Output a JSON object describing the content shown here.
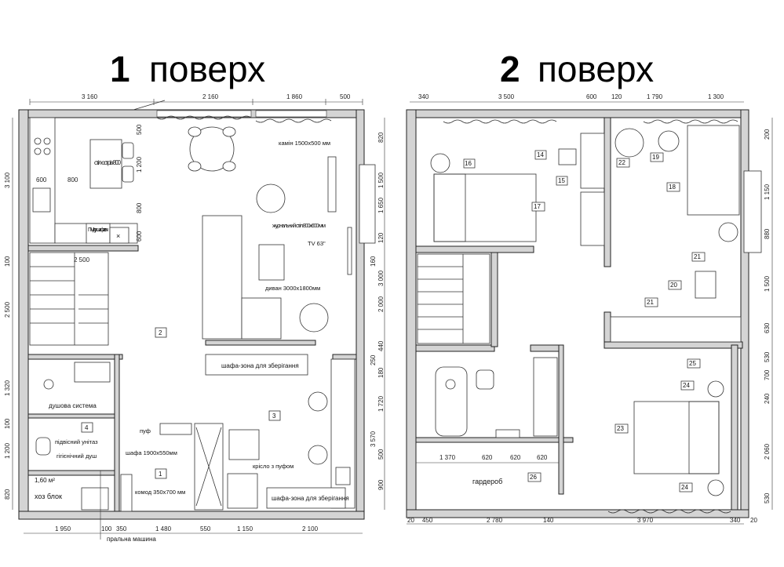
{
  "floors": [
    {
      "title_num": "1",
      "title_text": "поверх",
      "dims_top": [
        "3 160",
        "2 160",
        "1 860",
        "500"
      ],
      "dims_bottom": [
        "1 950",
        "100",
        "350",
        "1 480",
        "550",
        "1 150",
        "2 100"
      ],
      "dims_left": [
        "3 100",
        "100",
        "2 500",
        "1 320",
        "100",
        "1 200",
        "820"
      ],
      "dims_inner": [
        "500",
        "1 200",
        "800",
        "600",
        "600",
        "800",
        "2 500"
      ],
      "dims_right": [
        "820",
        "1 500",
        "1 650",
        "120",
        "160",
        "3 000",
        "2 000",
        "440",
        "250",
        "180",
        "1 720",
        "3 570",
        "500",
        "900"
      ],
      "labels": {
        "island": "стіл-острів 800",
        "oven": "ПМ духшафа свч",
        "fireplace": "камін 1500х500 мм",
        "coffee_table": "журнальний стіл 800х600 мм",
        "tv": "TV 63\"",
        "sofa": "диван 3000х1800мм",
        "wardrobe_storage_top": "шафа-зона для зберігання",
        "wardrobe_storage_bottom": "шафа-зона для зберігання",
        "shower": "душова система",
        "toilet": "підвісний унітаз",
        "hygiene_shower": "гігієнічний душ",
        "area": "1,60 м²",
        "utility": "хоз блок",
        "pouf": "пуф",
        "wardrobe": "шафа 1900х550мм",
        "dresser": "комод 350х700 мм",
        "armchair": "крісло з пуфом",
        "washing_machine": "пральна машина"
      },
      "room_numbers": [
        "2",
        "3",
        "4",
        "1"
      ]
    },
    {
      "title_num": "2",
      "title_text": "поверх",
      "dims_top": [
        "340",
        "3 500",
        "600",
        "120",
        "1 790",
        "1 300"
      ],
      "dims_bottom": [
        "20",
        "450",
        "2 780",
        "140",
        "3 970",
        "340"
      ],
      "dims_right": [
        "200",
        "1 150",
        "880",
        "1 500",
        "630",
        "530",
        "700",
        "240",
        "2 060",
        "530",
        "20"
      ],
      "dims_row": [
        "1 370",
        "620",
        "620",
        "620"
      ],
      "labels": {
        "wardrobe_room": "гардероб"
      },
      "room_numbers": [
        "16",
        "14",
        "15",
        "17",
        "22",
        "19",
        "18",
        "21",
        "20",
        "21",
        "25",
        "24",
        "23",
        "24",
        "26"
      ]
    }
  ]
}
